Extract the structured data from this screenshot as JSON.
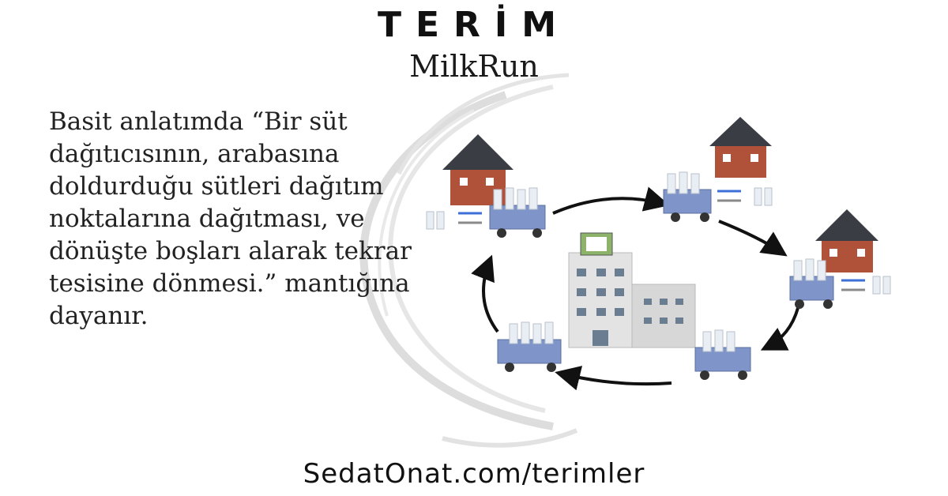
{
  "header": {
    "title": "TERİM",
    "subtitle": "MilkRun"
  },
  "body": {
    "text": "Basit anlatımda “Bir süt dağıtıcısının, arabasına doldurduğu sütleri dağıtım noktalarına dağıtması, ve dönüşte boşları alarak tekrar tesisine dönmesi.” mantığına dayanır."
  },
  "footer": {
    "url": "SedatOnat.com/terimler"
  },
  "colors": {
    "roof": "#3a3d44",
    "brick": "#b0523a",
    "truck": "#7f95c9",
    "bottle": "#e9eef4",
    "arrow": "#111111",
    "blue_arrow": "#3d6fd6",
    "gray_arrow": "#8a8a8a",
    "swirl": "#d6d6d6"
  }
}
